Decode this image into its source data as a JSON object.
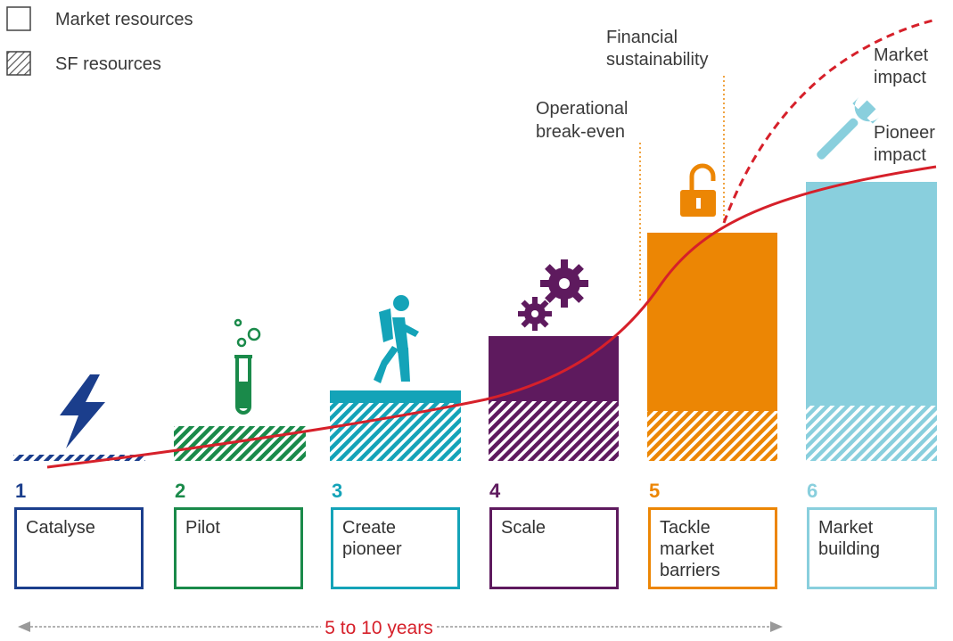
{
  "legend": {
    "market": "Market resources",
    "sf": "SF resources"
  },
  "annotations": {
    "financial": [
      "Financial",
      "sustainability"
    ],
    "operational": [
      "Operational",
      "break-even"
    ],
    "market_impact": [
      "Market",
      "impact"
    ],
    "pioneer_impact": [
      "Pioneer",
      "impact"
    ]
  },
  "stages": [
    {
      "number": "1",
      "label": [
        "Catalyse"
      ],
      "color": "#1b3e8c",
      "market": 0,
      "sf": 1
    },
    {
      "number": "2",
      "label": [
        "Pilot"
      ],
      "color": "#1a8a4a",
      "market": 0,
      "sf": 1
    },
    {
      "number": "3",
      "label": [
        "Create",
        "pioneer"
      ],
      "color": "#14a3b8",
      "market": 1,
      "sf": 1
    },
    {
      "number": "4",
      "label": [
        "Scale"
      ],
      "color": "#5e1a5e",
      "market": 1,
      "sf": 1
    },
    {
      "number": "5",
      "label": [
        "Tackle",
        "market",
        "barriers"
      ],
      "color": "#ec8604",
      "market": 1,
      "sf": 1
    },
    {
      "number": "6",
      "label": [
        "Market",
        "building"
      ],
      "color": "#89cfdd",
      "market": 1,
      "sf": 1
    }
  ],
  "icons": [
    "lightning-icon",
    "test-tube-icon",
    "walking-person-icon",
    "gears-icon",
    "padlock-icon",
    "wrench-icon"
  ],
  "timeline": {
    "label": "5 to 10 years"
  },
  "colors": {
    "curve": "#d6202a",
    "timeline_text": "#d6202a",
    "arrow": "#9a9a9a"
  }
}
